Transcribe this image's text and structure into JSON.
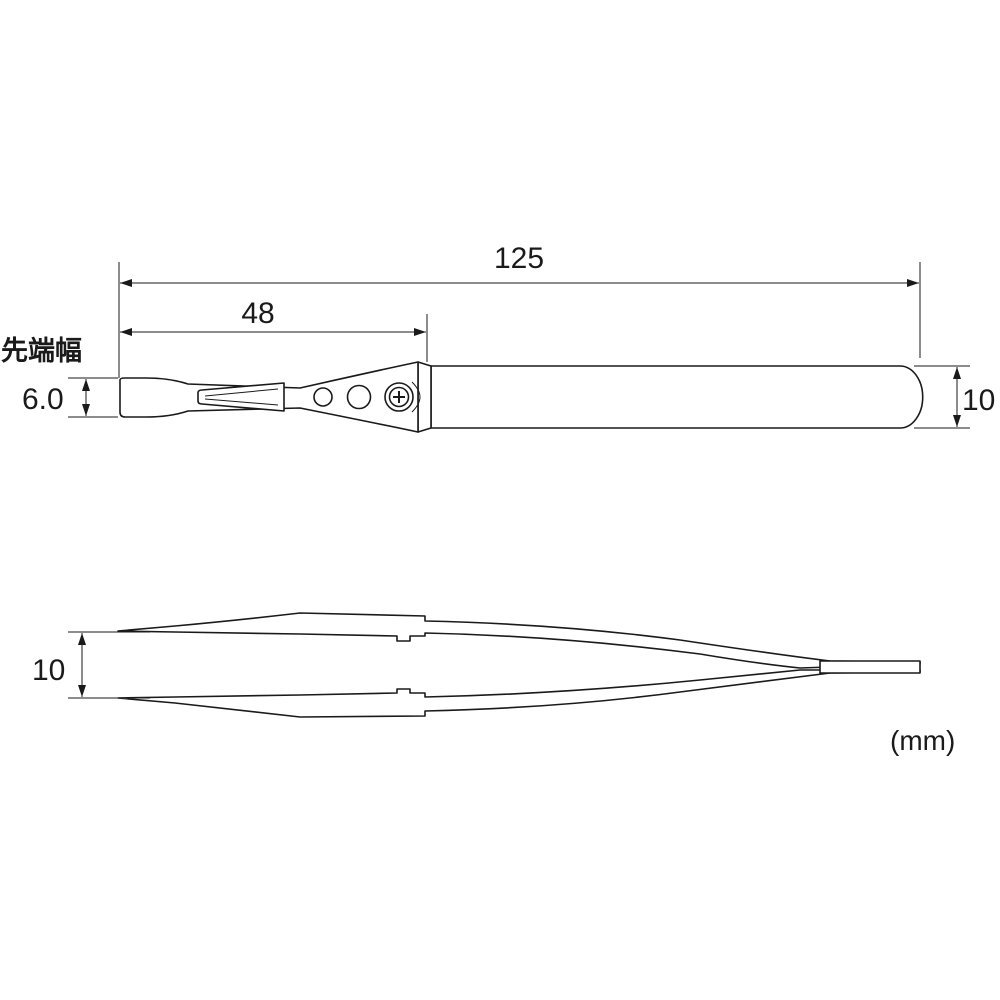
{
  "dimensions": {
    "overall_length": "125",
    "grip_length": "48",
    "tip_width_label": "先端幅",
    "tip_width": "6.0",
    "handle_width": "10",
    "opening_width": "10"
  },
  "unit": "(mm)"
}
